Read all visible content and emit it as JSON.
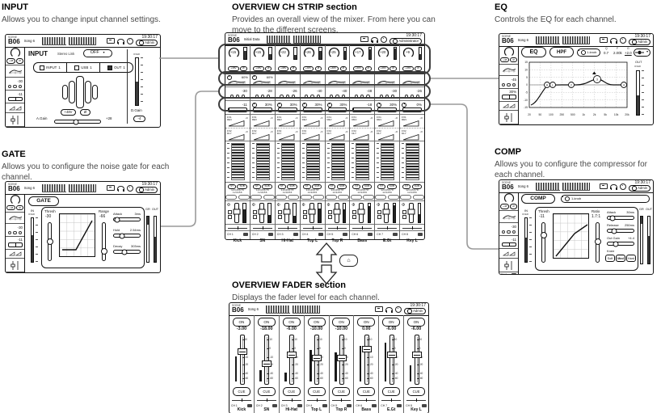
{
  "labels": {
    "input": {
      "title": "INPUT",
      "desc": "Allows you to change input channel settings."
    },
    "gate": {
      "title": "GATE",
      "desc": "Allows you to configure the noise gate for each channel."
    },
    "overview_ch": {
      "title": "OVERVIEW CH STRIP section",
      "desc": "Provides an overall view of the mixer. From here you can move to the different screens."
    },
    "eq": {
      "title": "EQ",
      "desc": "Controls the EQ for each channel."
    },
    "comp": {
      "title": "COMP",
      "desc": "Allows you to configure the compressor for each channel."
    },
    "overview_fader": {
      "title": "OVERVIEW FADER section",
      "desc": "Displays the fader level for each channel."
    }
  },
  "header": {
    "scene_tag": "SCENE",
    "scene": "B06",
    "time": "19:30:17",
    "side_song": "Song 6",
    "side_user": "Admin",
    "center_song": "Initial Data",
    "center_user": "Administrator"
  },
  "sidebar": {
    "phantom": "+48",
    "phase": "Ø",
    "dots": 3,
    "ch": "CH 1",
    "name": "Kick"
  },
  "input_screen": {
    "button": "INPUT",
    "stereo_link_label": "Stereo Link",
    "stereo_link_value": "OFF",
    "patch": [
      {
        "label": "INPUT",
        "num": "1"
      },
      {
        "label": "USB",
        "num": "1"
      },
      {
        "label": "OUT",
        "num": "1"
      }
    ],
    "phantom": "+48V",
    "phase": "Ø",
    "again_label": "A.Gain",
    "again_value": "+28",
    "dgain_label": "D.Gain",
    "dgain_value": "-4",
    "over": "OVER",
    "sidebar": {
      "gate": "-30",
      "comp": "-11"
    }
  },
  "gate_screen": {
    "button": "GATE",
    "in_label": "IN",
    "over": "OVER",
    "thresh_label": "Thresh",
    "thresh_value": "-30",
    "range_label": "Range",
    "range_value": "-66",
    "params": [
      {
        "label": "Attack",
        "value": "3ms"
      },
      {
        "label": "Hold",
        "value": "2.54ms"
      },
      {
        "label": "Decay",
        "value": "303ms"
      }
    ],
    "gr_label": "GR",
    "out_label": "OUT",
    "sidebar": {
      "gate": "-30",
      "comp": "-11"
    }
  },
  "comp_screen": {
    "button": "COMP",
    "oneknob": "1-knob",
    "in_label": "IN",
    "over": "OVER",
    "thresh_label": "Thresh",
    "thresh_value": "-11",
    "ratio_label": "Ratio",
    "ratio_value": "1.7:1",
    "params": [
      {
        "label": "Attack",
        "value": "30ms"
      },
      {
        "label": "Release",
        "value": "250ms"
      },
      {
        "label": "Out Gain",
        "value": "+4.4"
      }
    ],
    "knee_label": "Knee",
    "knee_options": [
      "Soft",
      "Med",
      "Hard"
    ],
    "knee_selected": "Med",
    "gr_label": "GR",
    "out_label": "OUT",
    "sidebar": {
      "gate": "-30",
      "comp": "-11"
    }
  },
  "eq_screen": {
    "buttons": [
      "EQ",
      "HPF"
    ],
    "oneknob": "1-knob",
    "readouts": [
      {
        "label": "Q",
        "value": "0.7"
      },
      {
        "label": "F",
        "value": "2.00k"
      },
      {
        "label": "G",
        "value": "+2.0"
      }
    ],
    "out_label": "OUT",
    "over": "OVER",
    "freq_ticks": [
      "20",
      "50",
      "100",
      "250",
      "500",
      "1k",
      "2k",
      "5k",
      "10k",
      "20k"
    ],
    "gain_ticks": [
      "15",
      "10",
      "5",
      "0",
      "-5",
      "-10",
      "-15"
    ],
    "points": [
      "H",
      "L",
      "2",
      "3",
      "4"
    ],
    "sidebar": {
      "gate": "-45",
      "comp": "30%"
    }
  },
  "overview_ch_screen": {
    "phantom": "+48V",
    "phase": "Ø",
    "fx_rows": [
      {
        "label": "FX1",
        "type": "REV",
        "inf": "-∞"
      },
      {
        "label": "FX2",
        "type": "DLY",
        "inf": "-∞"
      }
    ],
    "st": "ST",
    "sub": "SUB",
    "aux1": "12345678",
    "aux2": "123456",
    "channels": [
      {
        "ch": "CH 1",
        "name": "Kick",
        "knob": "+15",
        "gate": "-30",
        "comp": "-11",
        "comp_db": true,
        "eq_pct": "60%",
        "meter": 70
      },
      {
        "ch": "CH 2",
        "name": "SN",
        "knob": "+15",
        "gate": "-28",
        "comp": "30%",
        "comp_db": false,
        "eq_pct": "60%",
        "meter": 40
      },
      {
        "ch": "CH 3",
        "name": "Hi-Hat",
        "knob": "+22",
        "gate": "-26",
        "comp": "30%",
        "comp_db": false,
        "eq_pct": null,
        "meter": 35
      },
      {
        "ch": "CH 4",
        "name": "Top L",
        "knob": "+26",
        "gate": "-40",
        "comp": "30%",
        "comp_db": false,
        "eq_pct": null,
        "meter": 75
      },
      {
        "ch": "CH 5",
        "name": "Top R",
        "knob": "+25",
        "gate": "-40",
        "comp": "30%",
        "comp_db": false,
        "eq_pct": null,
        "meter": 70
      },
      {
        "ch": "CH 6",
        "name": "Bass",
        "knob": "+17",
        "gate": "-48",
        "comp": "-18",
        "comp_db": true,
        "eq_pct": null,
        "meter": 85
      },
      {
        "ch": "CH 7",
        "name": "E.Gt",
        "knob": "+20",
        "gate": "-30",
        "comp": "30%",
        "comp_db": false,
        "eq_pct": null,
        "meter": 90
      },
      {
        "ch": "CH 8",
        "name": "Key L",
        "knob": "+9",
        "gate": "-26",
        "comp": "0%",
        "comp_db": false,
        "eq_pct": null,
        "meter": 45
      }
    ]
  },
  "overview_fader_screen": {
    "on": "ON",
    "cue": "CUE",
    "scale": [
      "10",
      "0",
      "-10",
      "-20",
      "-40",
      "-60"
    ],
    "channels": [
      {
        "ch": "CH 1",
        "name": "Kick",
        "value": "-3.00",
        "fader": -3,
        "meter": 55
      },
      {
        "ch": "CH 2",
        "name": "SN",
        "value": "-18.00",
        "fader": -18,
        "meter": 25
      },
      {
        "ch": "CH 3",
        "name": "Hi-Hat",
        "value": "-6.00",
        "fader": -6,
        "meter": 20
      },
      {
        "ch": "CH 4",
        "name": "Top L",
        "value": "-10.00",
        "fader": -10,
        "meter": 70
      },
      {
        "ch": "CH 5",
        "name": "Top R",
        "value": "-10.00",
        "fader": -10,
        "meter": 65
      },
      {
        "ch": "CH 6",
        "name": "Bass",
        "value": "0.00",
        "fader": 0,
        "meter": 78
      },
      {
        "ch": "CH 7",
        "name": "E.Gt",
        "value": "-6.00",
        "fader": -6,
        "meter": 85
      },
      {
        "ch": "CH 8",
        "name": "Key L",
        "value": "-6.00",
        "fader": -6,
        "meter": 35
      }
    ]
  },
  "home": {
    "icon": "⌂"
  }
}
